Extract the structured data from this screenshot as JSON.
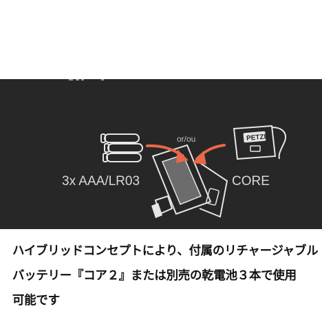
{
  "banner": {
    "battery_label": "3x AAA/LR03",
    "separator_label": "or/ou",
    "core_label": "CORE",
    "brand_text": "PETZL",
    "accent_color": "#e8684a",
    "background_color": "#272727"
  },
  "caption": {
    "line1": "ハイブリッドコンセプトにより、付属のリチャージャブル",
    "line2": "バッテリー『コア２』または別売の乾電池３本で使用",
    "line3": "可能です"
  }
}
